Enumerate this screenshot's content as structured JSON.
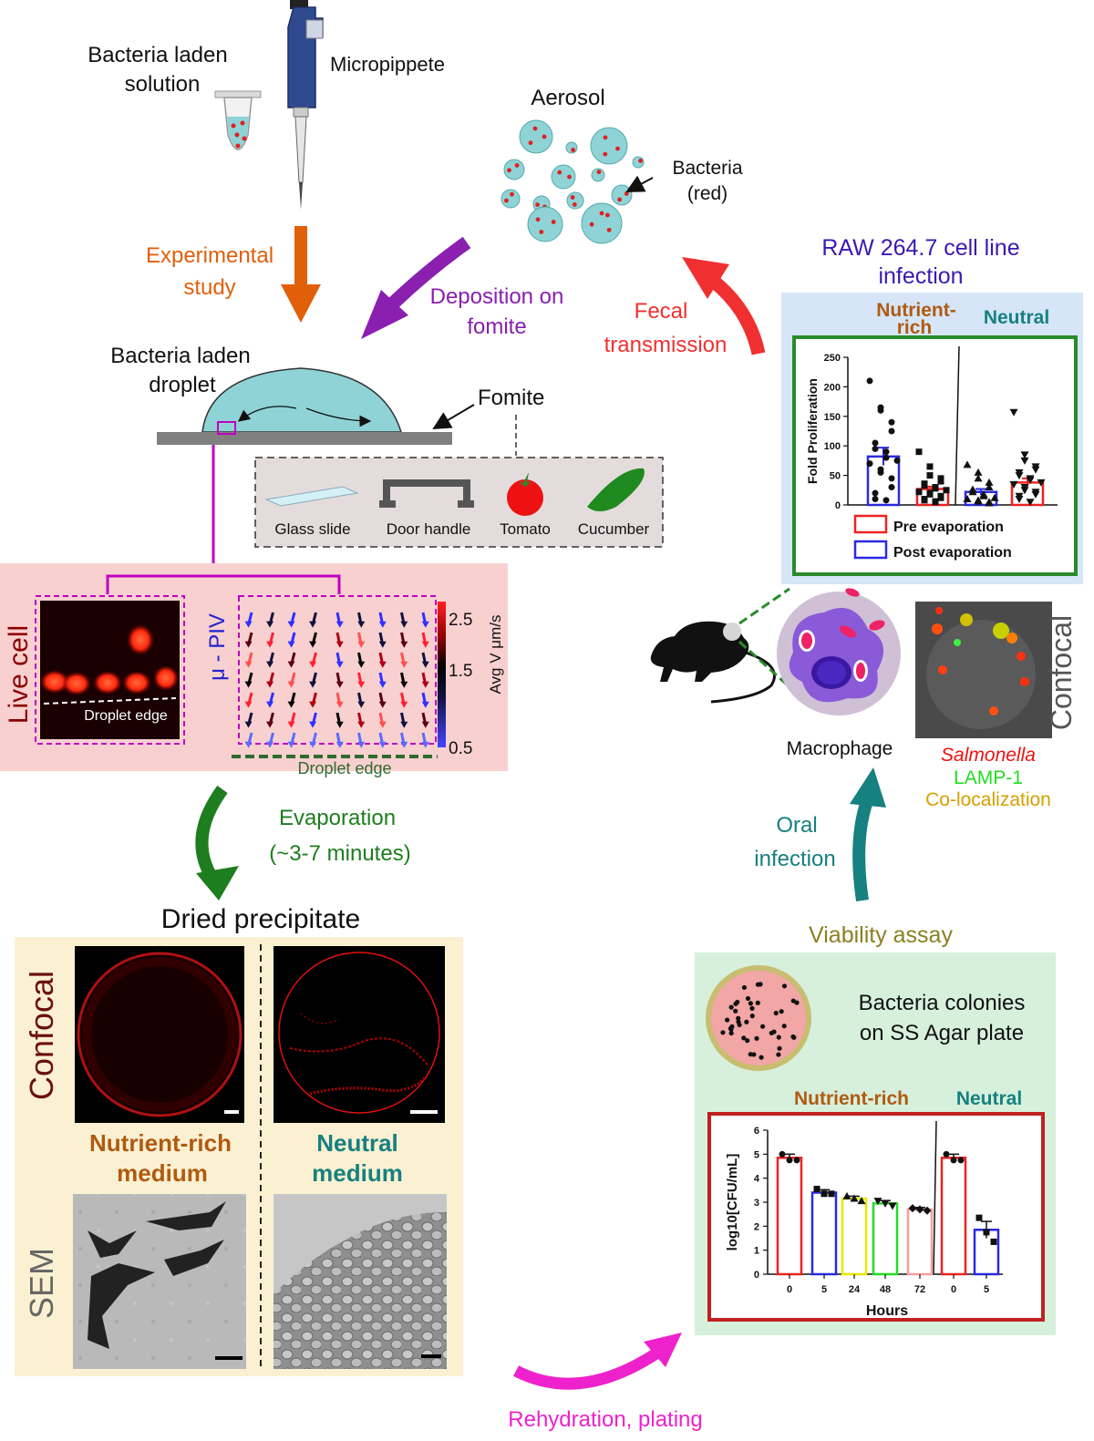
{
  "top": {
    "solution_line1": "Bacteria laden",
    "solution_line2": "solution",
    "pipette": "Micropippete",
    "aerosol": "Aerosol",
    "bacteria_line1": "Bacteria",
    "bacteria_line2": "(red)",
    "experimental_line1": "Experimental",
    "experimental_line2": "study",
    "deposition_line1": "Deposition on",
    "deposition_line2": "fomite",
    "fecal_line1": "Fecal",
    "fecal_line2": "transmission",
    "droplet_line1": "Bacteria laden",
    "droplet_line2": "droplet",
    "fomite": "Fomite",
    "fomite_items": [
      "Glass slide",
      "Door handle",
      "Tomato",
      "Cucumber"
    ]
  },
  "colors": {
    "cyan": "#8fd3d6",
    "red_dot": "#e02020",
    "orange_arrow": "#e0600a",
    "purple_arrow": "#8a1fb0",
    "red_arrow": "#f03030",
    "green_arrow": "#1e7d1e",
    "teal_arrow": "#178080",
    "magenta_arrow": "#ee22cc",
    "pink_panel": "#f8d0d0",
    "yellow_panel": "#fbf1d2",
    "blue_panel": "#d6e6f8",
    "green_panel": "#d6f0dc"
  },
  "live": {
    "live_cell": "Live cell",
    "droplet_edge": "Droplet edge",
    "piv": "μ - PIV",
    "avg_v": "Avg V μm/s",
    "scale": [
      "2.5",
      "1.5",
      "0.5"
    ],
    "piv_edge": "Droplet edge"
  },
  "evaporation": {
    "line1": "Evaporation",
    "line2": "(~3-7 minutes)"
  },
  "dried": {
    "title": "Dried precipitate",
    "confocal": "Confocal",
    "sem": "SEM",
    "nutrient_line1": "Nutrient-rich",
    "nutrient_line2": "medium",
    "neutral_line1": "Neutral",
    "neutral_line2": "medium"
  },
  "rehydration": "Rehydration, plating",
  "raw": {
    "title_line1": "RAW 264.7 cell line",
    "title_line2": "infection",
    "nutrient_line1": "Nutrient-",
    "nutrient_line2": "rich",
    "neutral": "Neutral",
    "legend_pre": "Pre evaporation",
    "legend_post": "Post evaporation"
  },
  "macro": {
    "macrophage": "Macrophage",
    "confocal": "Confocal",
    "salmonella": "Salmonella",
    "lamp": "LAMP-1",
    "coloc": "Co-localization",
    "oral_line1": "Oral",
    "oral_line2": "infection"
  },
  "viability": {
    "title": "Viability assay",
    "colonies_line1": "Bacteria colonies",
    "colonies_line2": "on SS Agar plate",
    "nutrient": "Nutrient-rich",
    "neutral": "Neutral"
  },
  "chart_data": [
    {
      "type": "bar",
      "ylabel": "Fold Proliferation",
      "ylim": [
        0,
        250
      ],
      "yticks": [
        "0",
        "50",
        "100",
        "150",
        "200",
        "250"
      ],
      "series": [
        {
          "name": "Post evaporation",
          "color": "#2a2ae0",
          "values": [
            82,
            22
          ]
        },
        {
          "name": "Pre evaporation",
          "color": "#ee2222",
          "values": [
            27,
            38
          ]
        }
      ],
      "bars": [
        {
          "value": 82,
          "err": 15,
          "color": "#2a2ae0",
          "marker": "circle",
          "points": [
            210,
            165,
            160,
            140,
            125,
            105,
            95,
            90,
            80,
            75,
            70,
            60,
            55,
            45,
            30,
            20,
            10,
            8
          ]
        },
        {
          "value": 27,
          "err": 4,
          "color": "#ee2222",
          "marker": "square",
          "points": [
            90,
            65,
            50,
            45,
            40,
            36,
            33,
            30,
            28,
            25,
            22,
            20,
            18,
            15,
            12,
            10,
            8,
            6,
            5
          ]
        },
        {
          "value": 22,
          "err": 5,
          "color": "#2a2ae0",
          "marker": "triangle",
          "points": [
            68,
            55,
            45,
            38,
            30,
            26,
            22,
            18,
            15,
            12,
            10,
            8,
            6,
            5,
            3
          ]
        },
        {
          "value": 38,
          "err": 7,
          "color": "#ee2222",
          "marker": "triangle-down",
          "points": [
            157,
            85,
            75,
            65,
            60,
            55,
            50,
            45,
            42,
            38,
            35,
            30,
            25,
            22,
            18,
            15,
            10,
            5
          ]
        }
      ],
      "legend": "bottom"
    },
    {
      "type": "bar",
      "xlabel": "Hours",
      "ylabel": "log10[CFU/mL]",
      "ylim": [
        0,
        6
      ],
      "yticks": [
        "0",
        "1",
        "2",
        "3",
        "4",
        "5",
        "6"
      ],
      "categories": [
        "0",
        "5",
        "24",
        "48",
        "72",
        "0",
        "5"
      ],
      "values": [
        4.85,
        3.4,
        3.15,
        2.95,
        2.7,
        4.85,
        1.85
      ],
      "errors": [
        0.15,
        0.12,
        0.1,
        0.12,
        0.08,
        0.15,
        0.35
      ],
      "colors": [
        "#ee2222",
        "#2a2ae0",
        "#e8e800",
        "#22dd22",
        "#f4a0a0",
        "#ee2222",
        "#2a2ae0"
      ],
      "markers": [
        "circle",
        "square",
        "triangle",
        "triangle-down",
        "diamond",
        "circle",
        "square"
      ],
      "points": [
        [
          5.0,
          4.75,
          4.75
        ],
        [
          3.55,
          3.35,
          3.35
        ],
        [
          3.25,
          3.15,
          3.05
        ],
        [
          3.05,
          2.95,
          2.85
        ],
        [
          2.75,
          2.7,
          2.65
        ],
        [
          5.0,
          4.75,
          4.75
        ],
        [
          2.35,
          1.75,
          1.35
        ]
      ],
      "groups": [
        "Nutrient-rich",
        "Neutral"
      ]
    }
  ]
}
